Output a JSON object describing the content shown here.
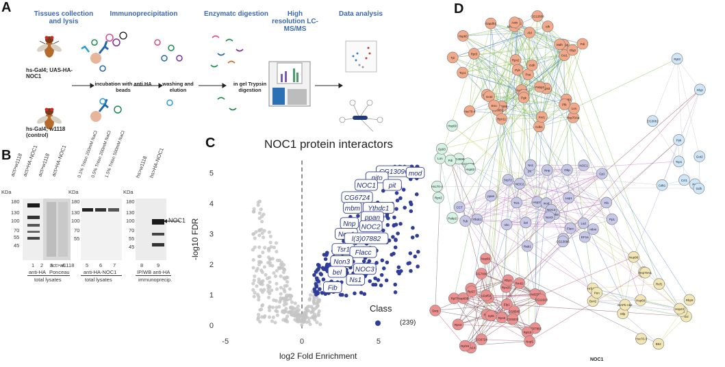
{
  "panels": {
    "a": "A",
    "b": "B",
    "c": "C",
    "d": "D"
  },
  "panelA": {
    "headers": [
      "Tissues collection and lysis",
      "Immunoprecipitation",
      "Enzymatc digestion",
      "High resolution LC-MS/MS",
      "Data analysis"
    ],
    "fly_top_label": "hs-Gal4; UAS-HA-NOC1",
    "fly_bottom_label": "hs-Gal4; w1118 (control)",
    "step1": "incubation with anti HA beads",
    "step2": "washing and elution",
    "step3": "in gel Trypsin digestion"
  },
  "panelB": {
    "kda": "KDa",
    "markers1": [
      "180",
      "130",
      "100",
      "70",
      "55",
      "45"
    ],
    "markers2": [
      "180",
      "130",
      "100",
      "70",
      "55"
    ],
    "markers3": [
      "180",
      "130",
      "100",
      "70",
      "55",
      "45"
    ],
    "lanes_g1": [
      "act>w1118",
      "act>HA-NOC1",
      "act>w1118",
      "act>HA-NOC1"
    ],
    "lanes_g2": [
      "0.1% Triton 200mM NaCl",
      "0.5% Triton 200mM NaCl",
      "1.5% Triton 500mM NaCl"
    ],
    "lanes_g3": [
      "hs>w1118",
      "hs>HA-NOC1"
    ],
    "lane_numbers": [
      "1",
      "2",
      "3",
      "4",
      "5",
      "6",
      "7",
      "8",
      "9"
    ],
    "anti_ha": "anti-HA",
    "ponceau": "Ponceau",
    "total_lysates": "total lysates",
    "anti_ha_noc1": "anti-HA-NOC1",
    "total_lysates2": "total lysates",
    "ipwb": "IP/WB anti-HA",
    "immunoprecip": "immunoprecip.",
    "noc1_arrow": "NOC1"
  },
  "chart_data": {
    "type": "scatter",
    "title": "NOC1 protein interactors",
    "xlabel": "log2 Fold Enrichment",
    "ylabel": "-log10 FDR",
    "xlim": [
      -5.5,
      8
    ],
    "ylim": [
      -0.2,
      5.5
    ],
    "xticks": [
      -5,
      0,
      5
    ],
    "yticks": [
      0,
      1,
      2,
      3,
      4,
      5
    ],
    "legend_title": "Class",
    "legend_count": "(239)",
    "significant_color": "#2f3d99",
    "background_color": "#c4c4c4",
    "labeled_points": [
      {
        "label": "CG13096",
        "x": 6.0,
        "y": 5.05
      },
      {
        "label": "mod",
        "x": 7.4,
        "y": 5.0
      },
      {
        "label": "nito",
        "x": 4.9,
        "y": 4.85
      },
      {
        "label": "NOC1",
        "x": 4.2,
        "y": 4.6
      },
      {
        "label": "pit",
        "x": 5.9,
        "y": 4.6
      },
      {
        "label": "CG6724",
        "x": 3.6,
        "y": 4.2
      },
      {
        "label": "Ythdc1",
        "x": 5.0,
        "y": 3.85
      },
      {
        "label": "mbm",
        "x": 3.3,
        "y": 3.85
      },
      {
        "label": "ppan",
        "x": 4.6,
        "y": 3.55
      },
      {
        "label": "Nnp",
        "x": 3.1,
        "y": 3.35
      },
      {
        "label": "NOC2",
        "x": 4.5,
        "y": 3.25
      },
      {
        "label": "Non1",
        "x": 2.9,
        "y": 3.0
      },
      {
        "label": "l(3)07882",
        "x": 4.2,
        "y": 2.85
      },
      {
        "label": "Tsr1",
        "x": 2.7,
        "y": 2.5
      },
      {
        "label": "Flacc",
        "x": 4.0,
        "y": 2.4
      },
      {
        "label": "Non3",
        "x": 2.6,
        "y": 2.1
      },
      {
        "label": "NOC3",
        "x": 4.1,
        "y": 1.85
      },
      {
        "label": "bel",
        "x": 2.3,
        "y": 1.75
      },
      {
        "label": "Ns1",
        "x": 3.5,
        "y": 1.5
      },
      {
        "label": "Fib",
        "x": 2.0,
        "y": 1.25
      }
    ]
  },
  "panelD": {
    "bottom_label": "NOC1",
    "node_labels": [
      "MAPk-Ak2",
      "Nup98",
      "Hsp70Aa",
      "Hsc70-3",
      "Hsp68",
      "CG12608",
      "Lon",
      "Rpn2",
      "CG4598",
      "Hsp60",
      "Gp93",
      "Hsp83",
      "Pabp2",
      "Pdi",
      "Hsc70-4",
      "Cct1",
      "Tcp1",
      "Rpt3",
      "Got2",
      "Cdk1",
      "Psa",
      "Gdh",
      "CG3061",
      "Glyp",
      "Pyk",
      "Sod",
      "Act5C",
      "Pfk",
      "Pgk",
      "Ald",
      "Tpi",
      "Gapdh1",
      "Eno",
      "Rpn11",
      "Mdh",
      "Idh",
      "Aats",
      "Fer1",
      "CCT",
      "EF1a",
      "Lap1",
      "Hsp27",
      "Cp1",
      "Tub",
      "Obp",
      "Rab1",
      "Pp1",
      "Srp68",
      "Srp72",
      "Lsd",
      "Fib",
      "nito",
      "mod",
      "pit",
      "Ns1",
      "NOC1",
      "NOC2",
      "NOC3",
      "Non1",
      "Non3",
      "Nnp",
      "bel",
      "ppan",
      "mbm",
      "Tsr1",
      "Flacc",
      "Ythdc1",
      "CG13096",
      "CG6724",
      "l(3)07882",
      "Rpl3",
      "Rpl5",
      "Rps3",
      "Rps6",
      "Rpl7",
      "Rps8",
      "Rpl10",
      "Rps14",
      "Rpl19",
      "Rps26",
      "Rpl23",
      "Rpl27",
      "U2af50",
      "Rbp1",
      "Rm62",
      "Hel25E",
      "Spt6",
      "Ssrp",
      "Elp1",
      "Nop60B",
      "Nop56",
      "Nop5",
      "CG8545",
      "CG11920",
      "CG7006",
      "CG5033",
      "Hrb27C",
      "Sxl",
      "Tra2",
      "Nab2",
      "Bx42",
      "B52",
      "Rbp9",
      "Mlp",
      "Ref1",
      "Pen",
      "Hsp23"
    ]
  }
}
